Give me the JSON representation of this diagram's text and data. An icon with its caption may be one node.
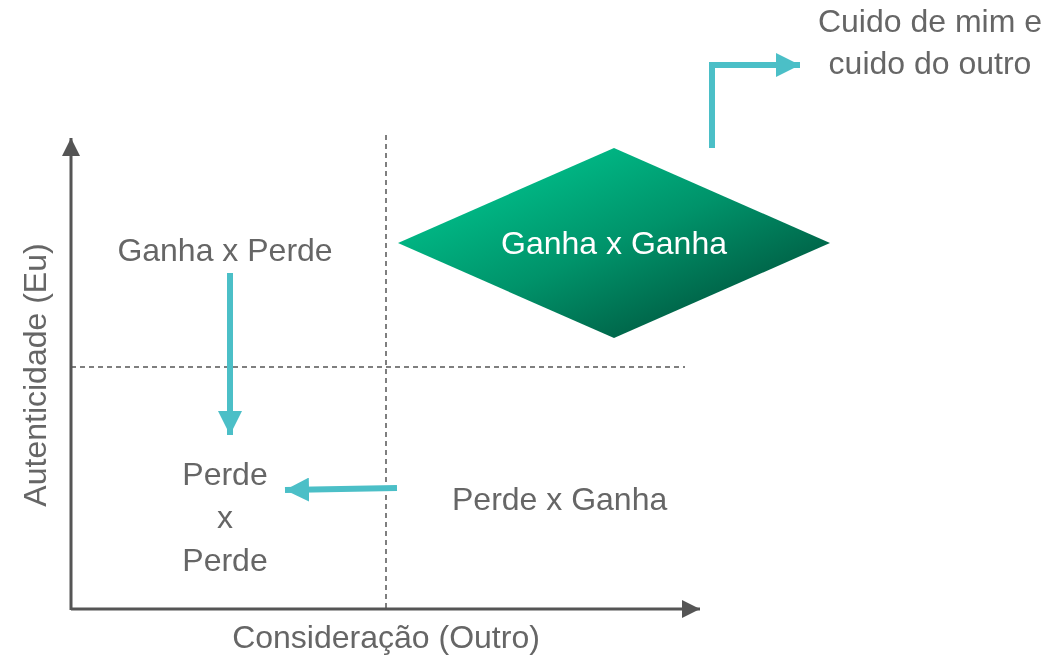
{
  "diagram": {
    "nodes": [
      {
        "text": [
          "Ganha x Perde"
        ]
      },
      {
        "text": [
          "Ganha x Ganha"
        ]
      },
      {
        "text": [
          "Cuido de mim e cuido do outro"
        ]
      },
      {
        "text": [
          "Perde x Perde"
        ]
      },
      {
        "text": [
          "Perde x Ganha"
        ]
      }
    ],
    "edges": [
      {
        "from": 1,
        "to": 2,
        "arrow": "to"
      },
      {
        "from": 0,
        "to": 3,
        "arrow": "to"
      },
      {
        "from": 4,
        "to": 3,
        "arrow": "to"
      }
    ],
    "labels": [
      "Autenticidade (Eu)",
      "Consideração (Outro)"
    ]
  }
}
